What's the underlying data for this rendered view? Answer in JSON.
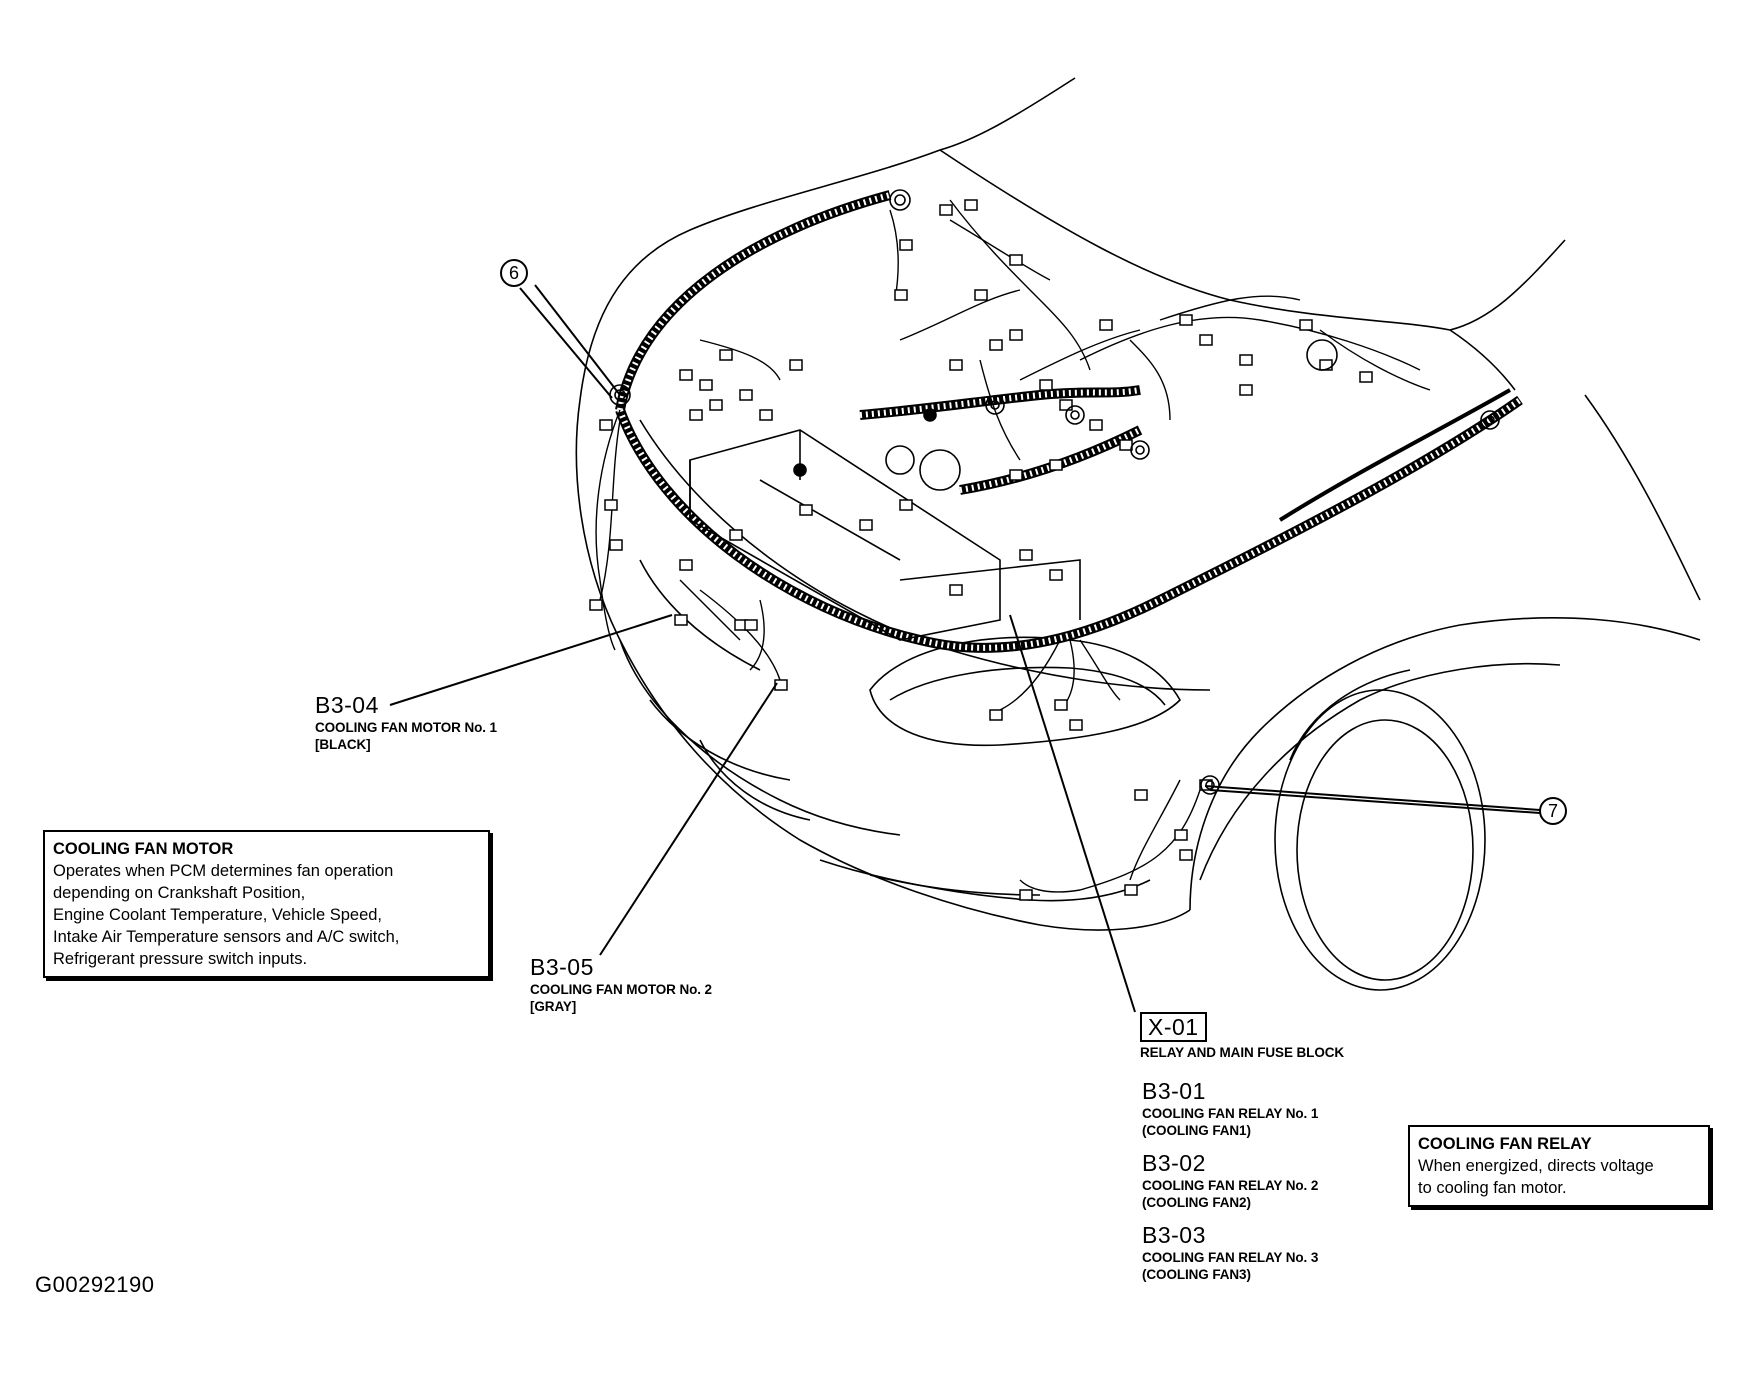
{
  "callouts": {
    "c6": "6",
    "c7": "7"
  },
  "connectors": {
    "b3_04": {
      "code": "B3-04",
      "name": "COOLING FAN MOTOR No. 1",
      "color": "[BLACK]"
    },
    "b3_05": {
      "code": "B3-05",
      "name": "COOLING FAN MOTOR No. 2",
      "color": "[GRAY]"
    },
    "x_01": {
      "code": "X-01",
      "name": "RELAY AND MAIN FUSE BLOCK"
    },
    "b3_01": {
      "code": "B3-01",
      "name": "COOLING FAN RELAY No. 1",
      "sub": "(COOLING FAN1)"
    },
    "b3_02": {
      "code": "B3-02",
      "name": "COOLING FAN RELAY No. 2",
      "sub": "(COOLING FAN2)"
    },
    "b3_03": {
      "code": "B3-03",
      "name": "COOLING FAN RELAY No. 3",
      "sub": "(COOLING FAN3)"
    }
  },
  "fan_motor_box": {
    "title": "COOLING FAN MOTOR",
    "lines": [
      "Operates when PCM determines fan operation",
      "depending on Crankshaft Position,",
      "Engine Coolant Temperature, Vehicle Speed,",
      "Intake Air Temperature sensors and A/C switch,",
      "Refrigerant pressure switch inputs."
    ]
  },
  "fan_relay_box": {
    "title": "COOLING FAN RELAY",
    "lines": [
      "When energized, directs voltage",
      "to cooling fan motor."
    ]
  },
  "figure_id": "G00292190"
}
